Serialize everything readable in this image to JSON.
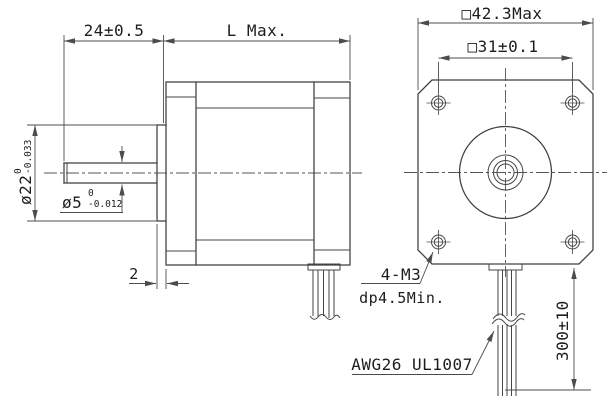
{
  "drawing": {
    "type_note": "stepper motor outline drawing, two orthographic views",
    "colors": {
      "background": "#ffffff",
      "object_line": "#3f3f3f",
      "dimension_line": "#4c4c4c",
      "text": "#1d1d1d"
    }
  },
  "side_view": {
    "shaft_length_dim": "24±0.5",
    "body_length_dim": "L Max.",
    "pilot_diameter_dim": {
      "nominal": "ø22",
      "upper_tol": "0",
      "lower_tol": "-0.033"
    },
    "shaft_diameter_dim": {
      "nominal": "ø5",
      "upper_tol": "0",
      "lower_tol": "-0.012"
    },
    "pilot_thickness_dim": "2"
  },
  "front_view": {
    "body_width_dim": "□42.3Max",
    "mounting_hole_spacing_dim": "□31±0.1",
    "mounting_holes_note": {
      "line1": "4-M3",
      "line2": "dp4.5Min."
    },
    "lead_wire_note": "AWG26 UL1007",
    "lead_length_dim": "300±10"
  }
}
